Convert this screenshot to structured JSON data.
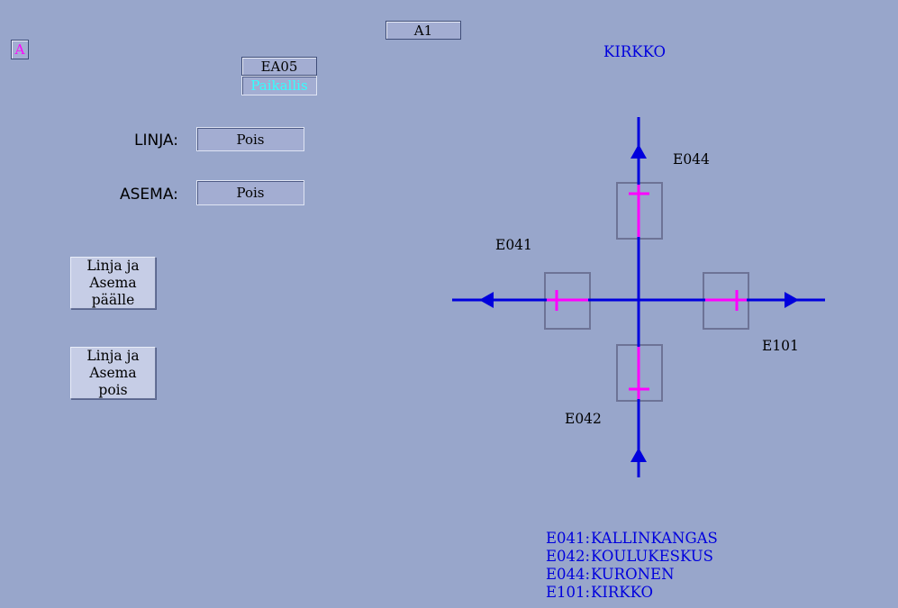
{
  "corner_button": {
    "label": "A",
    "color": "#ff00ff"
  },
  "top_tab": {
    "label": "A1"
  },
  "station_code": {
    "label": "EA05"
  },
  "mode": {
    "label": "Paikallis",
    "color": "#33ffff"
  },
  "linja": {
    "label": "LINJA:",
    "value": "Pois"
  },
  "asema": {
    "label": "ASEMA:",
    "value": "Pois"
  },
  "buttons": {
    "on_line1": "Linja ja Asema",
    "on_line2": "päälle",
    "off_line1": "Linja ja Asema",
    "off_line2": "pois"
  },
  "junction": {
    "title": "KIRKKO",
    "labels": {
      "E044": "E044",
      "E041": "E041",
      "E101": "E101",
      "E042": "E042"
    },
    "line_color": "#0000dd",
    "signal_color": "#ff00ff"
  },
  "legend": [
    {
      "code": "E041:",
      "name": "KALLINKANGAS"
    },
    {
      "code": "E042:",
      "name": "KOULUKESKUS"
    },
    {
      "code": "E044:",
      "name": "KURONEN"
    },
    {
      "code": "E101:",
      "name": "KIRKKO"
    }
  ]
}
